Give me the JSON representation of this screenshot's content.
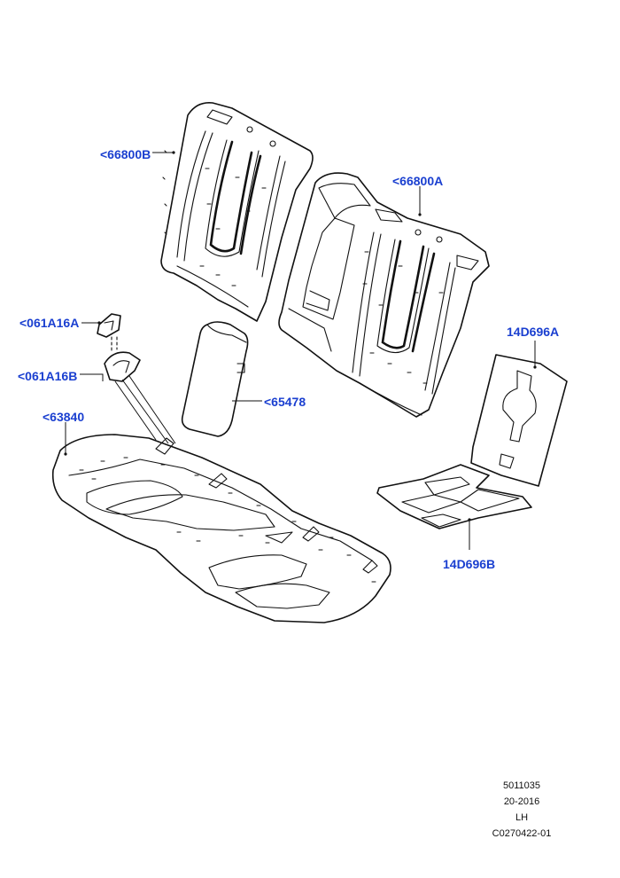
{
  "callouts": {
    "seat_back_lh": "<66800B",
    "seat_back_rh": "<66800A",
    "clip_a": "<061A16A",
    "clip_b": "<061A16B",
    "armrest": "<65478",
    "cushion": "<63840",
    "heater_back": "14D696A",
    "heater_cushion": "14D696B"
  },
  "reference": {
    "line1": "5011035",
    "line2": "20-2016",
    "line3": "LH",
    "line4": "C0270422-01"
  }
}
